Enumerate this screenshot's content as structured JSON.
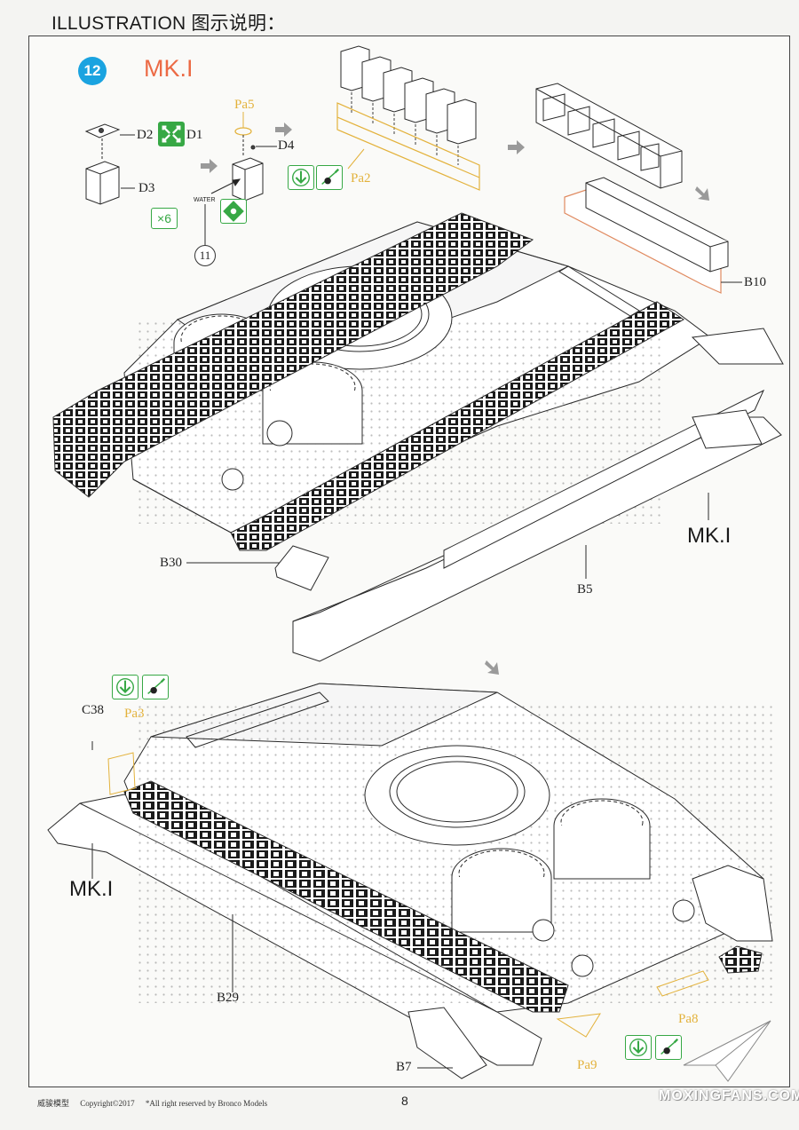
{
  "header": {
    "title": "ILLUSTRATION 图示说明："
  },
  "step": {
    "number": "12",
    "variant": "MK.I"
  },
  "icons": {
    "qty": "×6",
    "water": "WATER",
    "callout_11": "11"
  },
  "parts": {
    "d1": "D1",
    "d2": "D2",
    "d3": "D3",
    "d4": "D4",
    "pa5": "Pa5",
    "pa2": "Pa2",
    "b10": "B10",
    "b30": "B30",
    "b5": "B5",
    "c38": "C38",
    "pa3": "Pa3",
    "b29": "B29",
    "pa8": "Pa8",
    "pa9": "Pa9",
    "b7": "B7"
  },
  "variant_labels": {
    "upper": "MK.I",
    "lower": "MK.I"
  },
  "footer": {
    "brand": "威骏模型",
    "copyright": "Copyright©2017",
    "rights": "*All right reserved by Bronco Models",
    "page": "8"
  },
  "watermark": "MOXINGFANS.COM",
  "colors": {
    "badge": "#1aa3e0",
    "variant_title": "#ec6a45",
    "icon_green": "#37a845",
    "photoetch": "#e3b23c",
    "resin": "#e08a60",
    "line": "#2a2a2a"
  }
}
